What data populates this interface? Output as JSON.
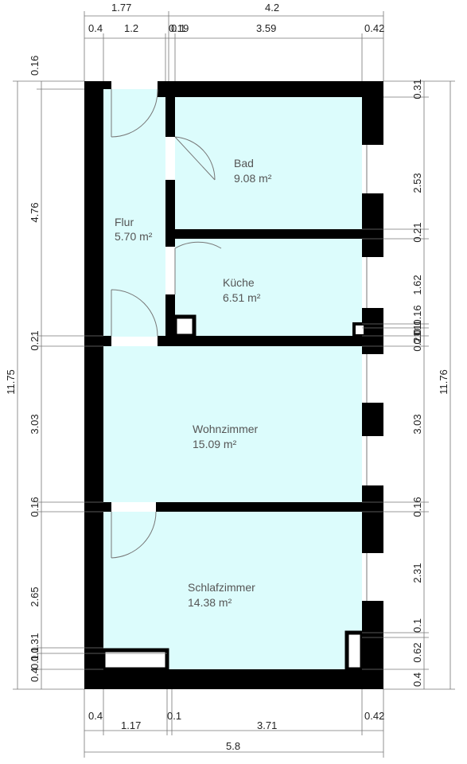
{
  "rooms": [
    {
      "name": "Bad",
      "area": "9.08 m²"
    },
    {
      "name": "Flur",
      "area": "5.70 m²"
    },
    {
      "name": "Küche",
      "area": "6.51 m²"
    },
    {
      "name": "Wohnzimmer",
      "area": "15.09 m²"
    },
    {
      "name": "Schlafzimmer",
      "area": "14.38 m²"
    }
  ],
  "dims": {
    "top_outer": [
      "1.77",
      "4.2"
    ],
    "top_inner": [
      "0.4",
      "1.2",
      "0.19",
      "0.1",
      "3.59",
      "0.42"
    ],
    "bottom_inner": [
      "0.4",
      "1.17",
      "0.1",
      "3.71",
      "0.42"
    ],
    "bottom_total": "5.8",
    "left_total": "11.75",
    "left_segments": [
      "0.16",
      "4.76",
      "0.21",
      "3.03",
      "0.16",
      "2.65",
      "0.1",
      "0.31",
      "0.4",
      "0.1"
    ],
    "right_total": "11.76",
    "right_segments": [
      "0.31",
      "2.53",
      "0.21",
      "1.62",
      "0.16",
      "0.1",
      "0.01",
      "0.21",
      "3.03",
      "0.16",
      "2.31",
      "0.1",
      "0.62",
      "0.4"
    ]
  },
  "colors": {
    "floor": "#dcfcfc",
    "wall": "#000000",
    "dimension": "#777777"
  }
}
